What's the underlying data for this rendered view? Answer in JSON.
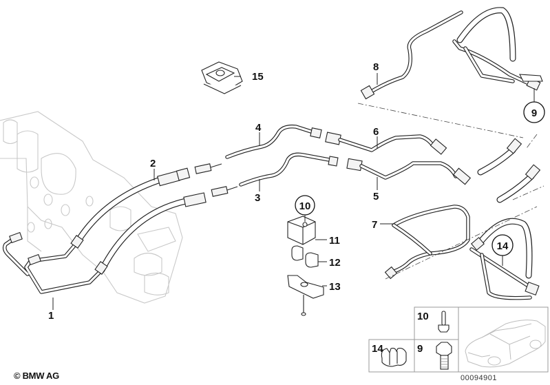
{
  "diagram": {
    "title": "Hydraulic lines exploded view",
    "copyright": "© BMW AG",
    "document_number": "00094901",
    "callouts": [
      {
        "id": "1",
        "label": "1",
        "circled": false
      },
      {
        "id": "2",
        "label": "2",
        "circled": false
      },
      {
        "id": "3",
        "label": "3",
        "circled": false
      },
      {
        "id": "4",
        "label": "4",
        "circled": false
      },
      {
        "id": "5",
        "label": "5",
        "circled": false
      },
      {
        "id": "6",
        "label": "6",
        "circled": false
      },
      {
        "id": "7",
        "label": "7",
        "circled": false
      },
      {
        "id": "8",
        "label": "8",
        "circled": false
      },
      {
        "id": "9",
        "label": "9",
        "circled": true
      },
      {
        "id": "10",
        "label": "10",
        "circled": true
      },
      {
        "id": "11",
        "label": "11",
        "circled": false
      },
      {
        "id": "12",
        "label": "12",
        "circled": false
      },
      {
        "id": "13",
        "label": "13",
        "circled": false
      },
      {
        "id": "14",
        "label": "14",
        "circled": true
      },
      {
        "id": "15",
        "label": "15",
        "circled": false
      }
    ],
    "inset": {
      "cells": [
        {
          "label": "10",
          "part": "stud-bolt"
        },
        {
          "label": "9",
          "part": "hex-bolt"
        },
        {
          "label": "14",
          "part": "double-clip"
        }
      ],
      "vehicle_thumbnail": "car-outline"
    }
  }
}
